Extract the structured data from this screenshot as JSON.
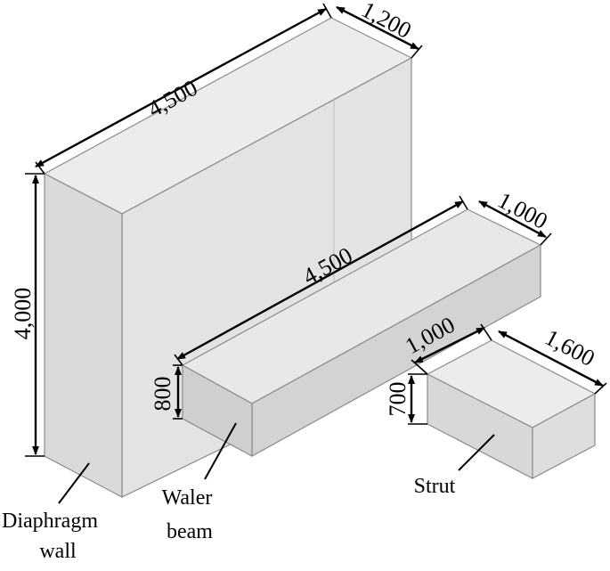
{
  "diaphragm_wall": {
    "length": "4,500",
    "thickness": "1,200",
    "height": "4,000",
    "label_line1": "Diaphragm",
    "label_line2": "wall"
  },
  "waler_beam": {
    "length": "4,500",
    "width": "1,000",
    "height": "800",
    "label_line1": "Waler",
    "label_line2": "beam"
  },
  "strut": {
    "length": "1,600",
    "width": "1,000",
    "height": "700",
    "label": "Strut"
  },
  "colors": {
    "face_top": "#ececec",
    "face_front": "#dcdcdc",
    "face_side": "#e5e5e5",
    "edge": "#8a8a8a",
    "dimension": "#000000"
  }
}
